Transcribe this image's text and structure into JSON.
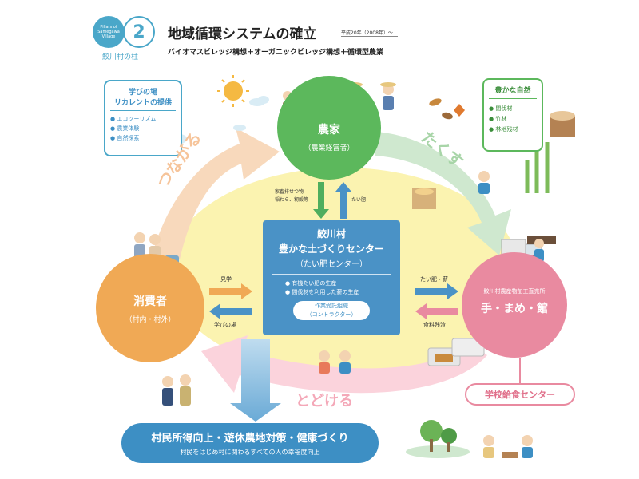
{
  "header": {
    "badge_caption": "Pillars of Samegawa Village",
    "badge_number": "2",
    "badge_label": "鮫川村の柱",
    "title": "地域循環システムの確立",
    "since": "平成20年（2008年）～",
    "subtitle": "バイオマスビレッジ構想＋オーガニックビレッジ構想＋循環型農業"
  },
  "learning_box": {
    "title_line1": "学びの場",
    "title_line2": "リカレントの提供",
    "items": [
      "エコツーリズム",
      "農業体験",
      "自然探索"
    ]
  },
  "nature_box": {
    "title": "豊かな自然",
    "items": [
      "間伐材",
      "竹林",
      "林地残材"
    ]
  },
  "farmer": {
    "title": "農家",
    "sub": "（農業経営者）"
  },
  "consumer": {
    "title": "消費者",
    "sub": "（村内・村外）"
  },
  "processing": {
    "caption": "鮫川村農産物加工直売所",
    "title": "手・まめ・館"
  },
  "school": {
    "title": "学校給食センター"
  },
  "center": {
    "line1": "鮫川村",
    "line2": "豊かな土づくりセンター",
    "line3": "（たい肥センター）",
    "bullets": [
      "有機たい肥の生産",
      "間伐材を利用した薪の生産"
    ],
    "pill_line1": "作業受託組織",
    "pill_line2": "（コントラクター）"
  },
  "flows": {
    "to_center_line1": "家畜排せつ物",
    "to_center_line2": "稲わら、籾殻等",
    "to_farmer": "たい肥",
    "consumer_to_center": "見学",
    "center_to_consumer": "学びの場",
    "center_to_processing": "たい肥・薪",
    "processing_to_center": "食料残渣"
  },
  "big_labels": {
    "connect": "つながる",
    "grow": "たくす",
    "deliver": "とどける"
  },
  "bottom": {
    "title": "村民所得向上・遊休農地対策・健康づくり",
    "sub": "村民をはじめ村に関わるすべての人の幸福度向上"
  },
  "colors": {
    "farmer_green": "#5cb85c",
    "consumer_orange": "#f0a955",
    "processing_pink": "#e98aa0",
    "center_blue": "#4a92c6",
    "bottom_blue": "#3d8fc4",
    "ellipse_yellow": "#fbf3b0",
    "badge_teal": "#4aa7c9"
  }
}
